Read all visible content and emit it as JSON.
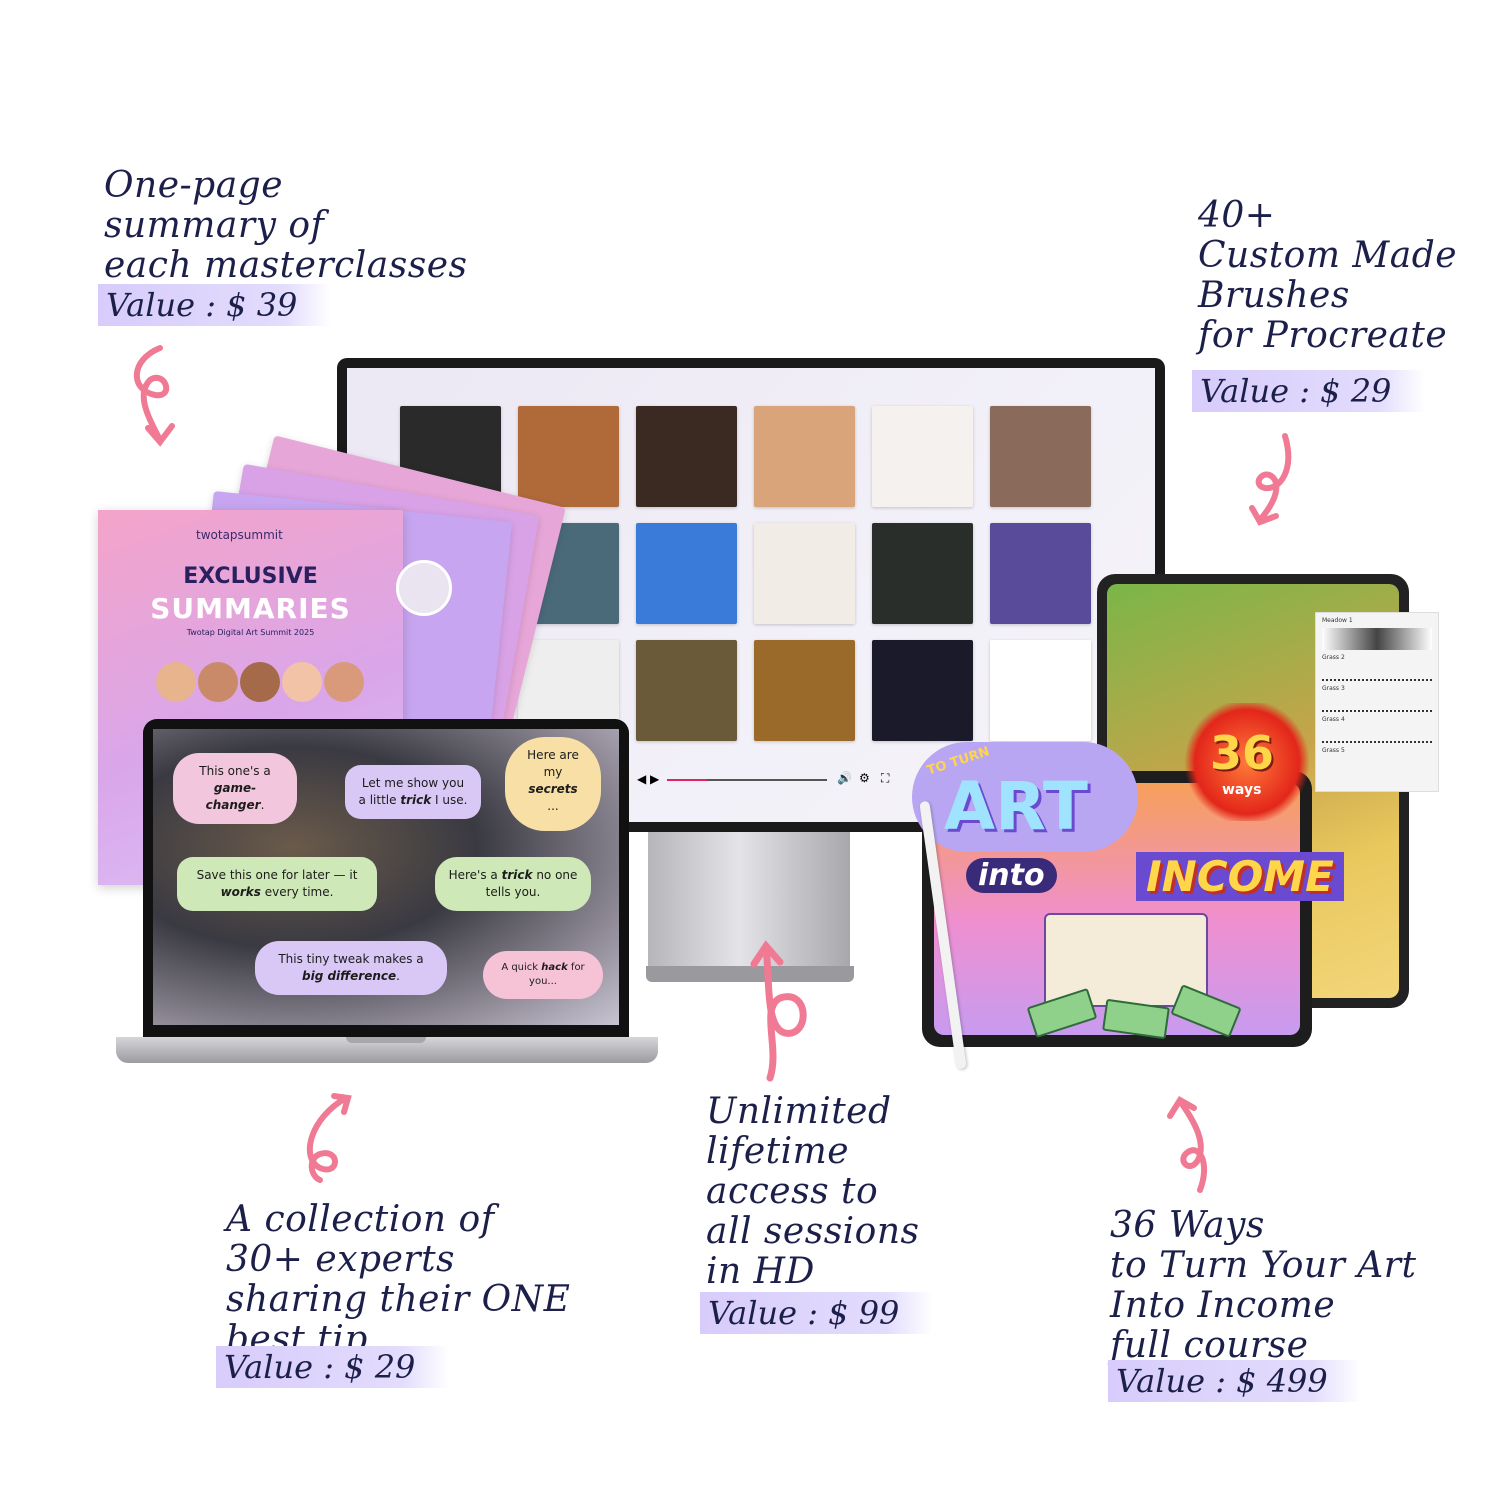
{
  "callouts": {
    "summary": {
      "lines": [
        "One-page",
        "summary of",
        "each masterclasses"
      ],
      "value": "Value : $ 39"
    },
    "brushes": {
      "lines": [
        "40+",
        "Custom Made",
        "Brushes",
        "for Procreate"
      ],
      "value": "Value : $ 29"
    },
    "experts": {
      "lines": [
        "A collection of",
        "30+ experts",
        "sharing their ONE",
        "best tip"
      ],
      "value": "Value : $ 29"
    },
    "sessions": {
      "lines": [
        "Unlimited",
        "lifetime",
        "access to",
        "all sessions",
        "in HD"
      ],
      "value": "Value : $ 99"
    },
    "course": {
      "lines": [
        "36 Ways",
        "to Turn Your Art",
        "Into Income",
        "full course"
      ],
      "value": "Value : $ 499"
    }
  },
  "summaries_doc": {
    "brand": "twotapsummit",
    "title_line1": "EXCLUSIVE",
    "title_line2": "SUMMARIES",
    "subtitle": "Twotap Digital Art Summit 2025"
  },
  "laptop_bubbles": [
    {
      "pre": "This one's a",
      "em": "game-changer",
      "post": "."
    },
    {
      "pre": "Let me show you a little",
      "em": "trick",
      "post": "I use."
    },
    {
      "pre": "Here are my",
      "em": "secrets",
      "post": "..."
    },
    {
      "pre": "Save this one for later — it",
      "em": "works",
      "post": "every time."
    },
    {
      "pre": "Here's a",
      "em": "trick",
      "post": "no one tells you."
    },
    {
      "pre": "This tiny tweak makes a",
      "em": "big difference",
      "post": "."
    },
    {
      "pre": "A quick",
      "em": "hack",
      "post": "for you..."
    }
  ],
  "course_cover": {
    "top": "TO TURN",
    "art": "ART",
    "into": "into",
    "income": "INCOME",
    "badge_number": "36",
    "badge_word": "ways"
  },
  "brush_panel": [
    "Meadow 1",
    "Grass 2",
    "Grass 3",
    "Grass 4",
    "Grass 5"
  ],
  "colors": {
    "ink": "#1b1f4a",
    "highlight": "#d7ccfb",
    "arrow": "#f07a93"
  },
  "gallery_tiles": [
    "#2a2a2a",
    "#b06a3a",
    "#3a2a22",
    "#d9a47a",
    "#f4f1ee",
    "#8a6a5a",
    "#3a3f52",
    "#4a6a7a",
    "#3a7ad8",
    "#f1ece6",
    "#2a2e2a",
    "#5a4a9a",
    "#3a4a6a",
    "#eeeeee",
    "#6a5a3a",
    "#9a6a2a",
    "#1a1a2a",
    "#ffffff"
  ]
}
